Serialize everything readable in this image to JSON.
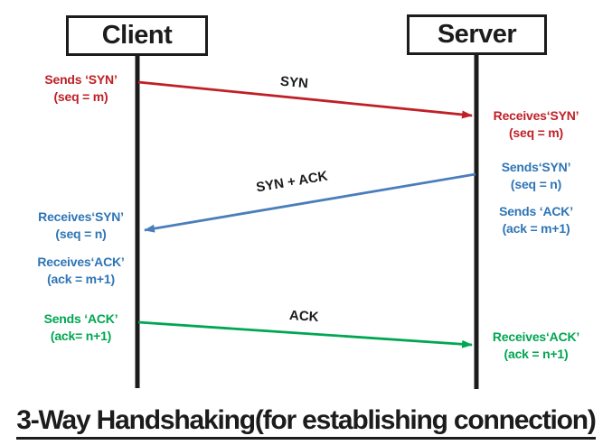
{
  "colors": {
    "red": "#bf2026",
    "blue_text": "#2e75b6",
    "blue_arrow": "#4a7ebb",
    "green": "#00a651",
    "black": "#1c1c1c"
  },
  "actors": {
    "client": "Client",
    "server": "Server"
  },
  "arrow_labels": {
    "syn": "SYN",
    "syn_ack": "SYN + ACK",
    "ack": "ACK"
  },
  "client_notes": {
    "sends_syn": {
      "l1": "Sends ‘SYN’",
      "l2": "(seq = m)"
    },
    "receives_syn": {
      "l1": "Receives‘SYN’",
      "l2": "(seq = n)"
    },
    "receives_ack": {
      "l1": "Receives‘ACK’",
      "l2": "(ack = m+1)"
    },
    "sends_ack": {
      "l1": "Sends ‘ACK’",
      "l2": "(ack= n+1)"
    }
  },
  "server_notes": {
    "receives_syn": {
      "l1": "Receives‘SYN’",
      "l2": "(seq = m)"
    },
    "sends_syn": {
      "l1": "Sends‘SYN’",
      "l2": "(seq = n)"
    },
    "sends_ack": {
      "l1": "Sends ‘ACK’",
      "l2": "(ack = m+1)"
    },
    "receives_ack": {
      "l1": "Receives‘ACK’",
      "l2": "(ack = n+1)"
    }
  },
  "caption": "3-Way Handshaking(for establishing connection)"
}
